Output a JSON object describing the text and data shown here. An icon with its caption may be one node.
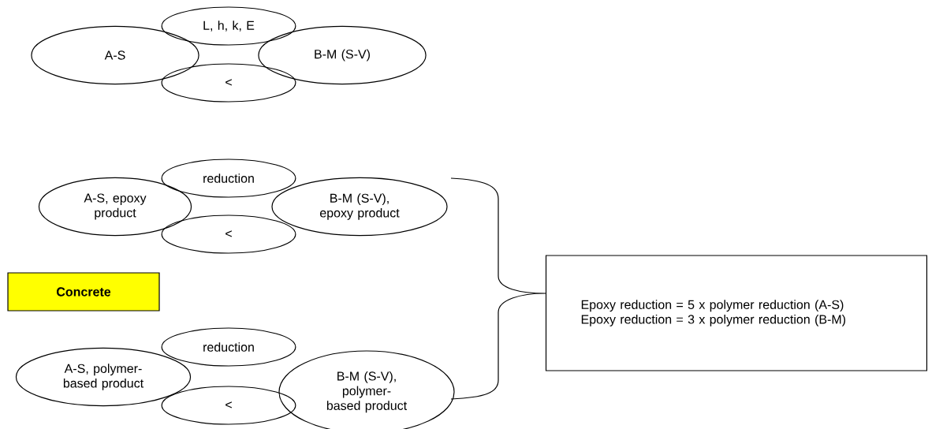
{
  "diagram": {
    "nodes": [
      {
        "text": [
          "L, h, k, E"
        ]
      },
      {
        "text": [
          "A-S"
        ]
      },
      {
        "text": [
          "B-M (S-V)"
        ]
      },
      {
        "text": [
          "<"
        ]
      },
      {
        "text": [
          "reduction"
        ]
      },
      {
        "text": [
          "A-S, epoxy product"
        ]
      },
      {
        "text": [
          "B-M (S-V), epoxy product"
        ]
      },
      {
        "text": [
          "<"
        ]
      },
      {
        "text": [
          "Concrete"
        ]
      },
      {
        "text": [
          "reduction"
        ]
      },
      {
        "text": [
          "A-S, polymer-based product"
        ]
      },
      {
        "text": [
          "B-M (S-V), polymer-based product"
        ]
      },
      {
        "text": [
          "<"
        ]
      },
      {
        "text": [
          "Epoxy reduction = 5 x polymer reduction (A-S)",
          "Epoxy reduction = 3 x polymer reduction (B-M)"
        ]
      }
    ]
  }
}
